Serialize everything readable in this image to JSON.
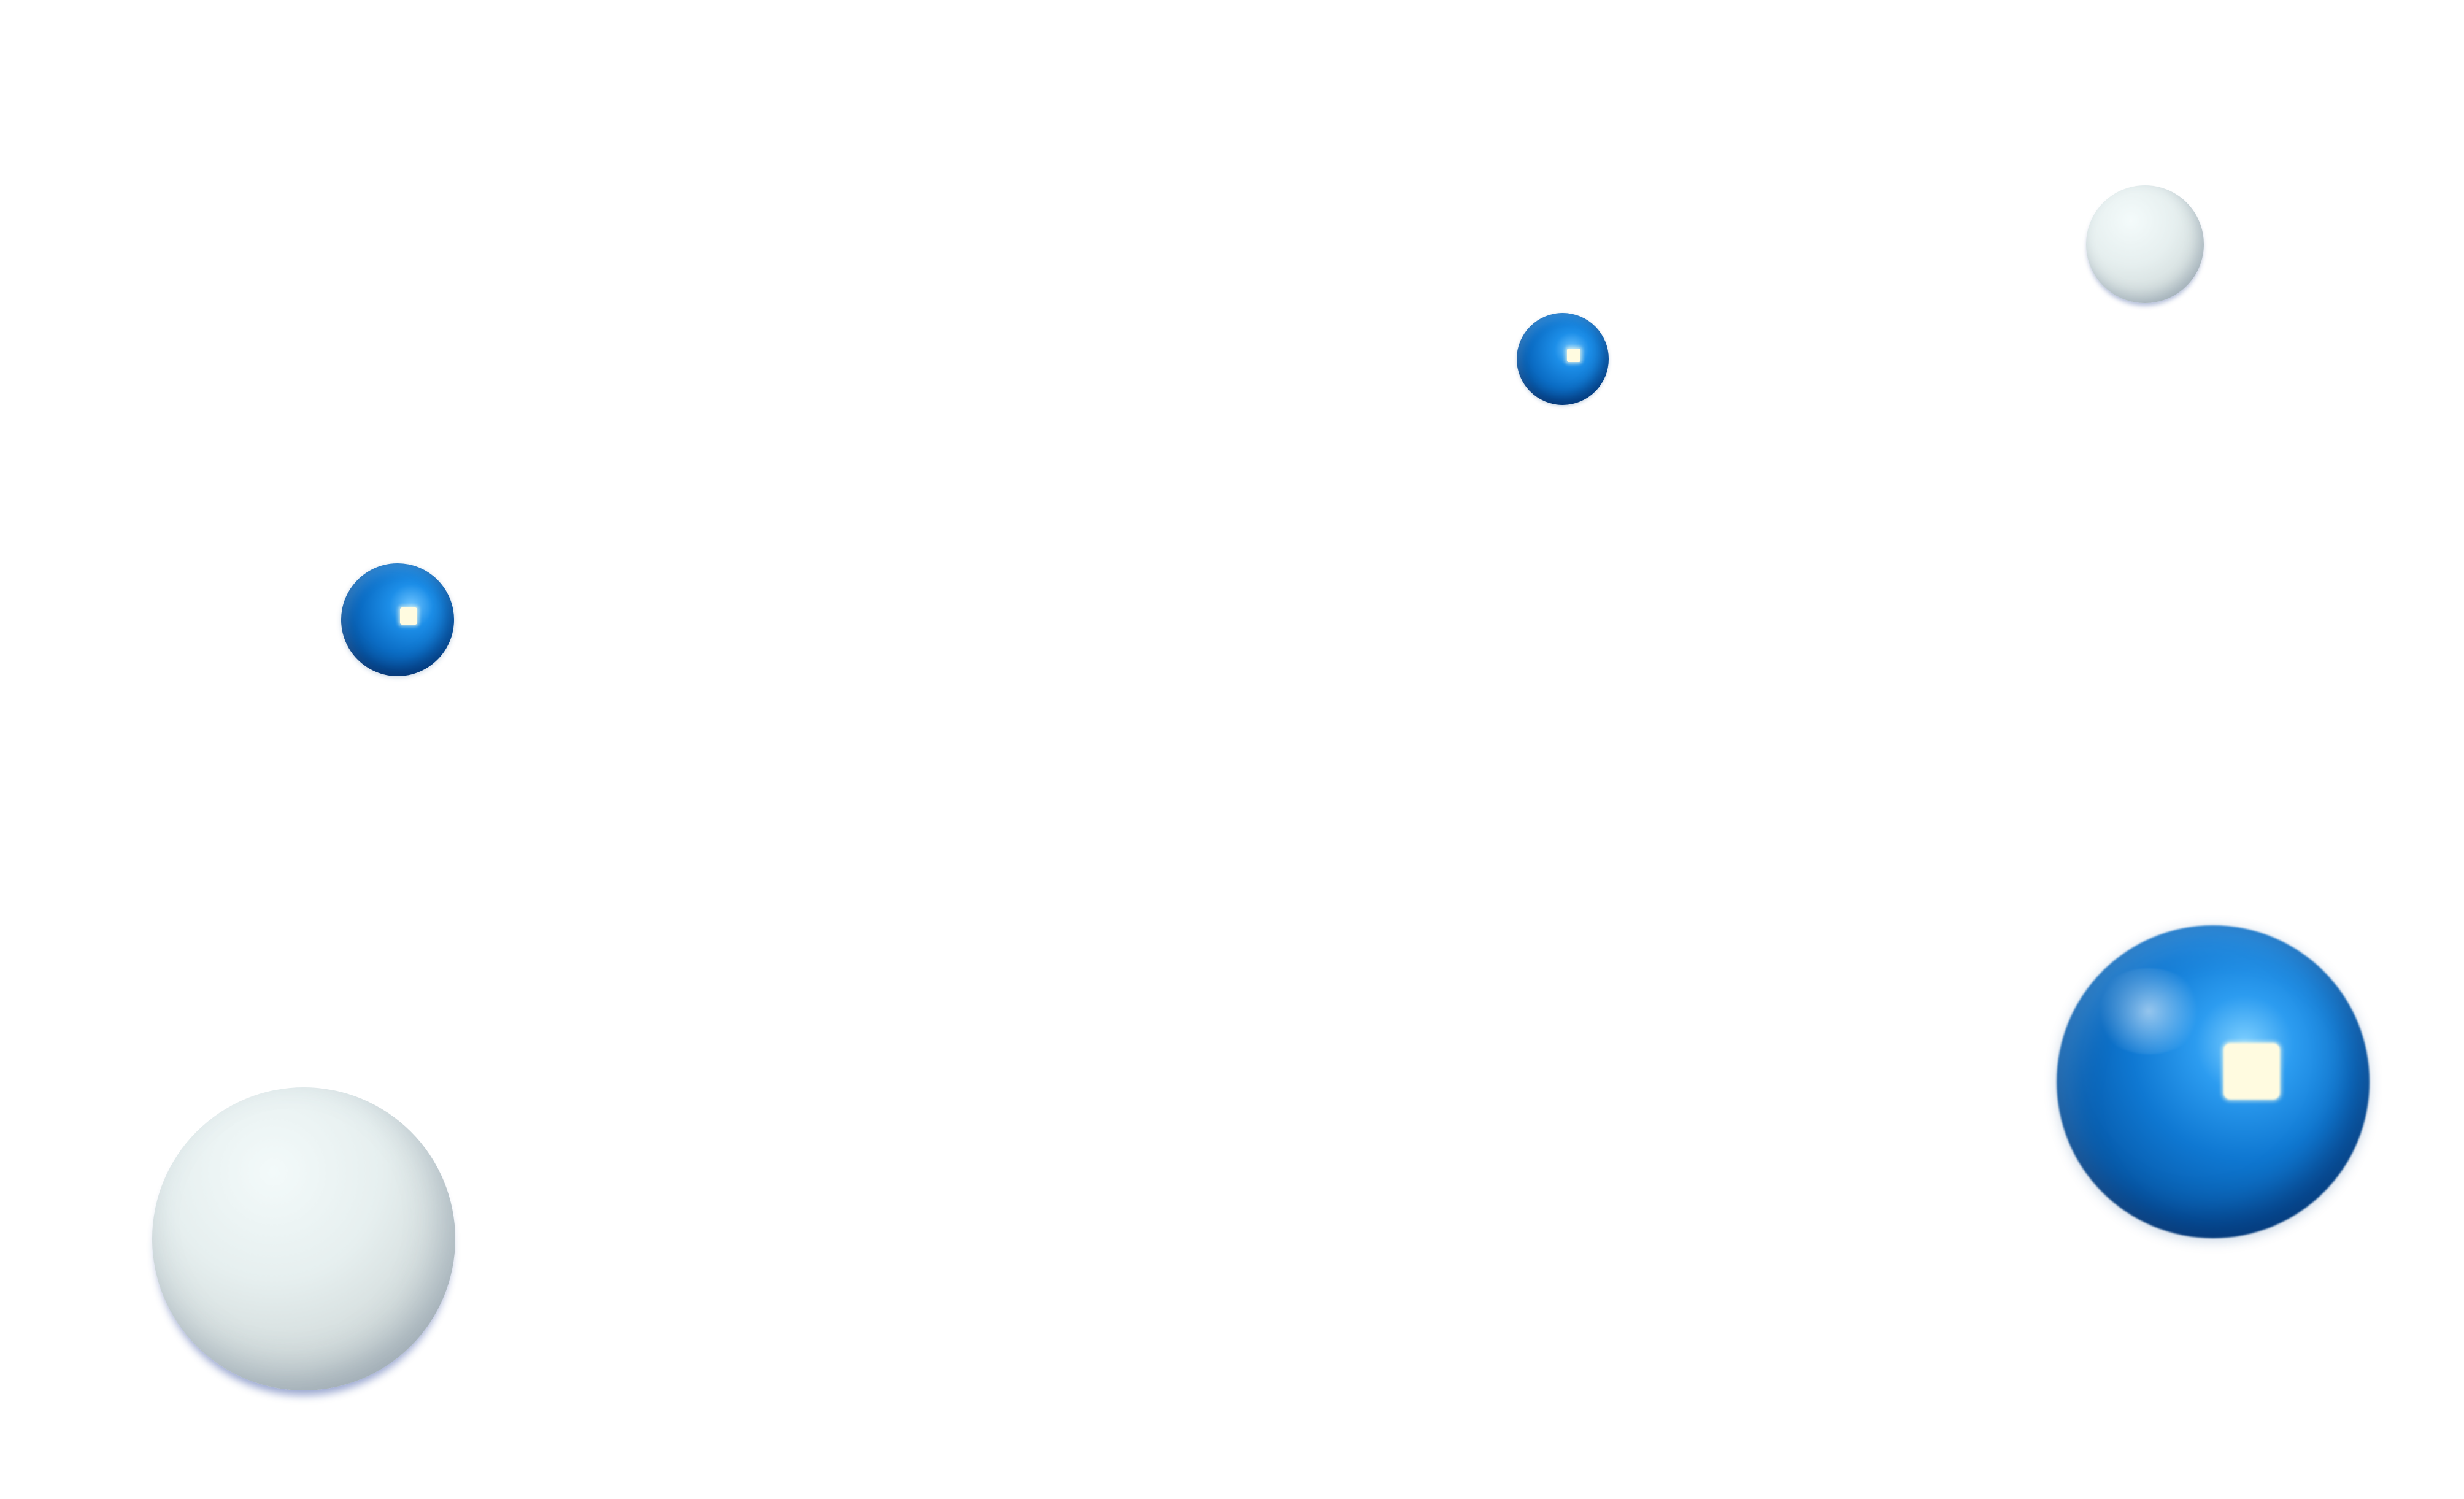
{
  "scene": {
    "background_color": "#ffffff",
    "objects": [
      {
        "name": "blue-glossy-sphere",
        "color": "#0b6dc5",
        "material": "glossy"
      },
      {
        "name": "blue-glossy-sphere",
        "color": "#0b6dc5",
        "material": "glossy"
      },
      {
        "name": "blue-glossy-sphere",
        "color": "#0f78d2",
        "material": "glossy"
      },
      {
        "name": "white-matte-sphere",
        "color": "#e6efef",
        "material": "matte"
      },
      {
        "name": "white-matte-sphere",
        "color": "#e6efef",
        "material": "matte"
      }
    ]
  }
}
